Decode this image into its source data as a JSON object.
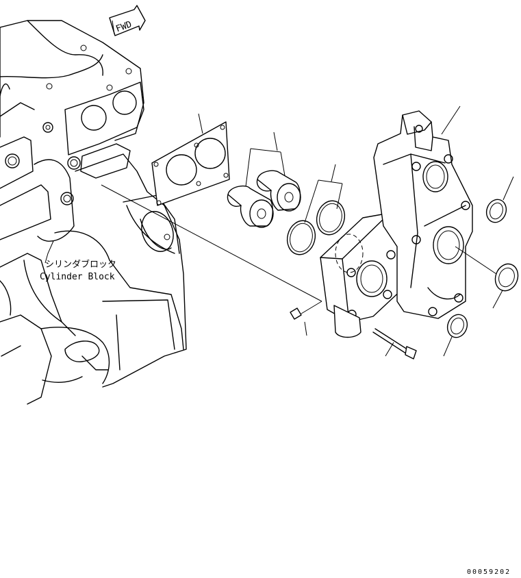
{
  "labels": {
    "fwd": "FWD",
    "block_jp": "シリンダブロック",
    "block_en": "Cylinder Block",
    "drawing_id": "00059202"
  }
}
